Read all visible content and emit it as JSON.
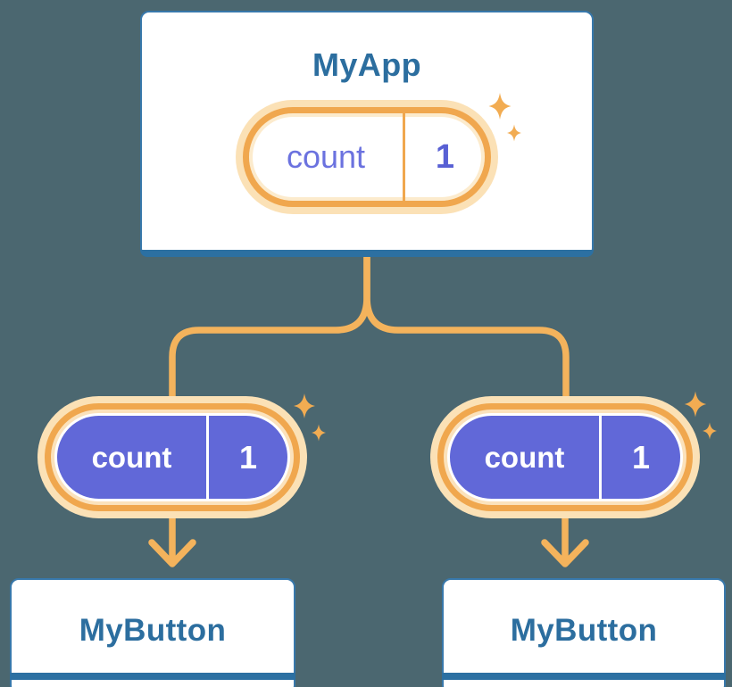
{
  "root": {
    "title": "MyApp",
    "state": {
      "label": "count",
      "value": "1"
    }
  },
  "children": [
    {
      "title": "MyButton",
      "state": {
        "label": "count",
        "value": "1"
      }
    },
    {
      "title": "MyButton",
      "state": {
        "label": "count",
        "value": "1"
      }
    }
  ],
  "edges": [
    {
      "from": "MyApp",
      "to": "MyButton-left",
      "style": "orange-line-arrow"
    },
    {
      "from": "MyApp",
      "to": "MyButton-right",
      "style": "orange-line-arrow"
    }
  ],
  "icons": {
    "sparkle": "four-point-sparkle"
  },
  "colors": {
    "background": "#4B6770",
    "card_fill": "#FFFFFF",
    "card_border": "#3878AB",
    "card_bottom_band": "#2C70A2",
    "heading_text": "#2C6E9F",
    "pill_ring_orange": "#F0A74E",
    "pill_glow_peach": "#FBE1B6",
    "pill_inner_cream": "#FCEBCD",
    "connector_orange": "#F4B35C",
    "sparkle_orange": "#F2AC52",
    "state_pill_purple": "#6168D8",
    "state_label_purple": "#6B72DF",
    "state_value_purple": "#5860D4",
    "state_text_white": "#FFFFFF"
  }
}
